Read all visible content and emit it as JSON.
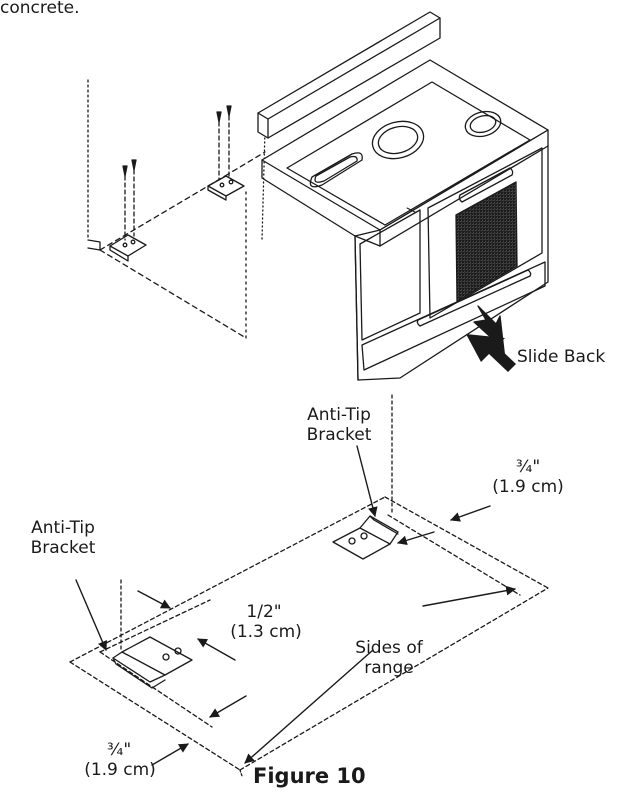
{
  "intro_text": "concrete.",
  "slide_back_label": "Slide Back",
  "anti_tip_top": {
    "line1": "Anti-Tip",
    "line2": "Bracket"
  },
  "anti_tip_left": {
    "line1": "Anti-Tip",
    "line2": "Bracket"
  },
  "dim_top_right": {
    "value": "¾\"",
    "metric": "(1.9 cm)"
  },
  "dim_half": {
    "value": "1/2\"",
    "metric": "(1.3 cm)"
  },
  "dim_bottom_left": {
    "value": "¾\"",
    "metric": "(1.9 cm)"
  },
  "sides_label": {
    "line1": "Sides of",
    "line2": "range"
  },
  "figure_caption": "Figure 10",
  "colors": {
    "ink": "#1a1a1a",
    "mesh": "#555555"
  }
}
